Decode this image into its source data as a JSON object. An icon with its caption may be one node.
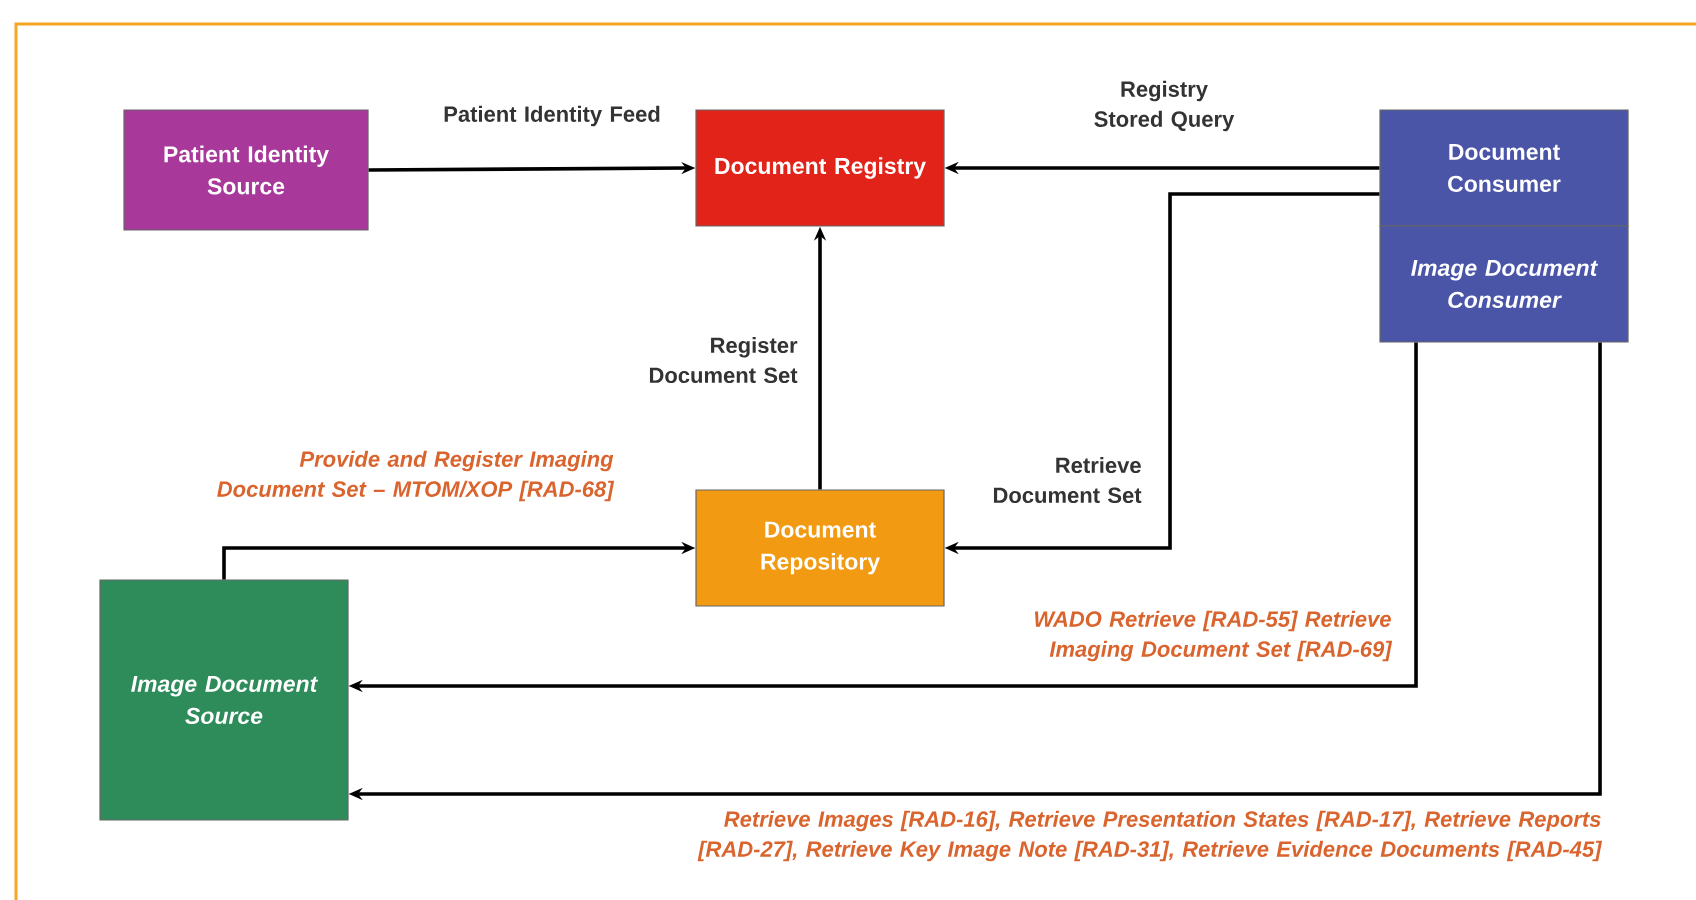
{
  "diagram": {
    "nodes": [
      {
        "text": [
          "Patient Identity Source"
        ]
      },
      {
        "text": [
          "Document Registry"
        ]
      },
      {
        "text": [
          "Document Consumer"
        ]
      },
      {
        "text": [
          "Image Document Consumer"
        ]
      },
      {
        "text": [
          "Document Repository"
        ]
      },
      {
        "text": [
          "Image Document Source"
        ]
      }
    ],
    "edges": [
      {
        "from": 0,
        "to": 1,
        "arrow": "to",
        "label": "Patient Identity Feed"
      },
      {
        "from": 2,
        "to": 1,
        "arrow": "to",
        "label": "Registry Stored Query"
      },
      {
        "from": 2,
        "to": 4,
        "arrow": "to",
        "label": "Retrieve Document Set"
      },
      {
        "from": 4,
        "to": 1,
        "arrow": "to",
        "label": "Register Document Set"
      },
      {
        "from": 5,
        "to": 4,
        "arrow": "to",
        "label": "Provide and Register Imaging Document Set – MTOM/XOP [RAD-68]"
      },
      {
        "from": 3,
        "to": 5,
        "arrow": "to",
        "label": "WADO Retrieve [RAD-55] Retrieve Imaging Document Set [RAD-69]"
      },
      {
        "from": 3,
        "to": 5,
        "arrow": "to",
        "label": "Retrieve Images [RAD-16], Retrieve Presentation States [RAD-17], Retrieve Reports [RAD-27], Retrieve Key Image Note [RAD-31], Retrieve Evidence Documents [RAD-45]"
      }
    ]
  }
}
